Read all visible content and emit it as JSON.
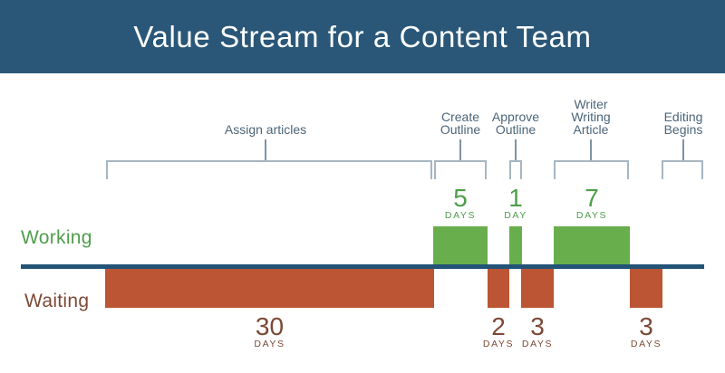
{
  "title": "Value Stream for a Content Team",
  "colors": {
    "header_bg": "#2A5778",
    "title_text": "#FFFFFF",
    "background": "#FFFFFF",
    "timeline": "#235377",
    "working_bar": "#69AE4D",
    "waiting_bar": "#BC5533",
    "working_text": "#4E9E4A",
    "waiting_text": "#7C4935",
    "step_label": "#4C6579",
    "bracket": "#A6B6C2",
    "stem": "#7E93A3"
  },
  "axis": {
    "working_label": "Working",
    "waiting_label": "Waiting"
  },
  "steps": [
    {
      "id": "assign-articles",
      "label_lines": [
        "Assign articles"
      ]
    },
    {
      "id": "create-outline",
      "label_lines": [
        "Create",
        "Outline"
      ]
    },
    {
      "id": "approve-outline",
      "label_lines": [
        "Approve",
        "Outline"
      ]
    },
    {
      "id": "writer-writing-article",
      "label_lines": [
        "Writer",
        "Writing",
        "Article"
      ]
    },
    {
      "id": "editing-begins",
      "label_lines": [
        "Editing",
        "Begins"
      ]
    }
  ],
  "working_bars": [
    {
      "value": "5",
      "unit": "DAYS",
      "days": 5
    },
    {
      "value": "1",
      "unit": "DAY",
      "days": 1
    },
    {
      "value": "7",
      "unit": "DAYS",
      "days": 7
    }
  ],
  "waiting_bars": [
    {
      "value": "30",
      "unit": "DAYS",
      "days": 30
    },
    {
      "value": "2",
      "unit": "DAYS",
      "days": 2
    },
    {
      "value": "3",
      "unit": "DAYS",
      "days": 3
    },
    {
      "value": "3",
      "unit": "DAYS",
      "days": 3
    }
  ]
}
